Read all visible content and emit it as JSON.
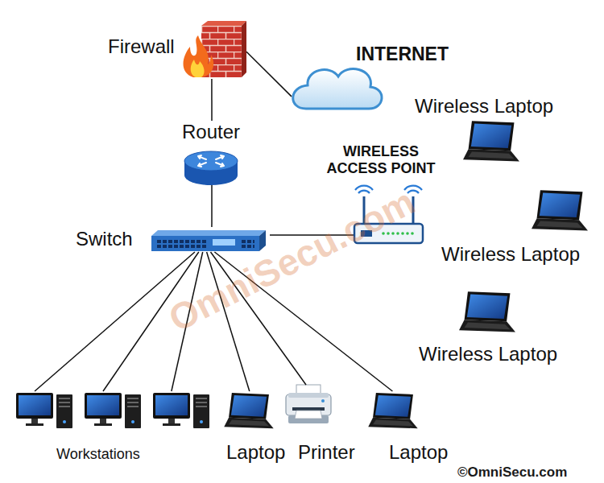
{
  "diagram": {
    "nodes": [
      {
        "text": [
          "Firewall"
        ]
      },
      {
        "text": [
          "INTERNET"
        ]
      },
      {
        "text": [
          "Wireless Laptop"
        ]
      },
      {
        "text": [
          "Router"
        ]
      },
      {
        "text": [
          "WIRELESS ACCESS POINT"
        ]
      },
      {
        "text": [
          "Switch"
        ]
      },
      {
        "text": [
          "Wireless Laptop"
        ]
      },
      {
        "text": [
          "Wireless Laptop"
        ]
      },
      {
        "text": [
          "Workstations"
        ]
      },
      {
        "text": [
          "Laptop"
        ]
      },
      {
        "text": [
          "Printer"
        ]
      },
      {
        "text": [
          "Laptop"
        ]
      }
    ],
    "edges": [
      {
        "from": 0,
        "to": 1,
        "arrow": "none"
      },
      {
        "from": 0,
        "to": 3,
        "arrow": "none"
      },
      {
        "from": 3,
        "to": 5,
        "arrow": "none"
      },
      {
        "from": 5,
        "to": 4,
        "arrow": "none"
      },
      {
        "from": 5,
        "to": 8,
        "arrow": "none"
      },
      {
        "from": 5,
        "to": 8,
        "arrow": "none"
      },
      {
        "from": 5,
        "to": 8,
        "arrow": "none"
      },
      {
        "from": 5,
        "to": 9,
        "arrow": "none"
      },
      {
        "from": 5,
        "to": 10,
        "arrow": "none"
      },
      {
        "from": 5,
        "to": 11,
        "arrow": "none"
      }
    ],
    "labels": [
      "OmniSecu.com",
      "©OmniSecu.com"
    ]
  }
}
